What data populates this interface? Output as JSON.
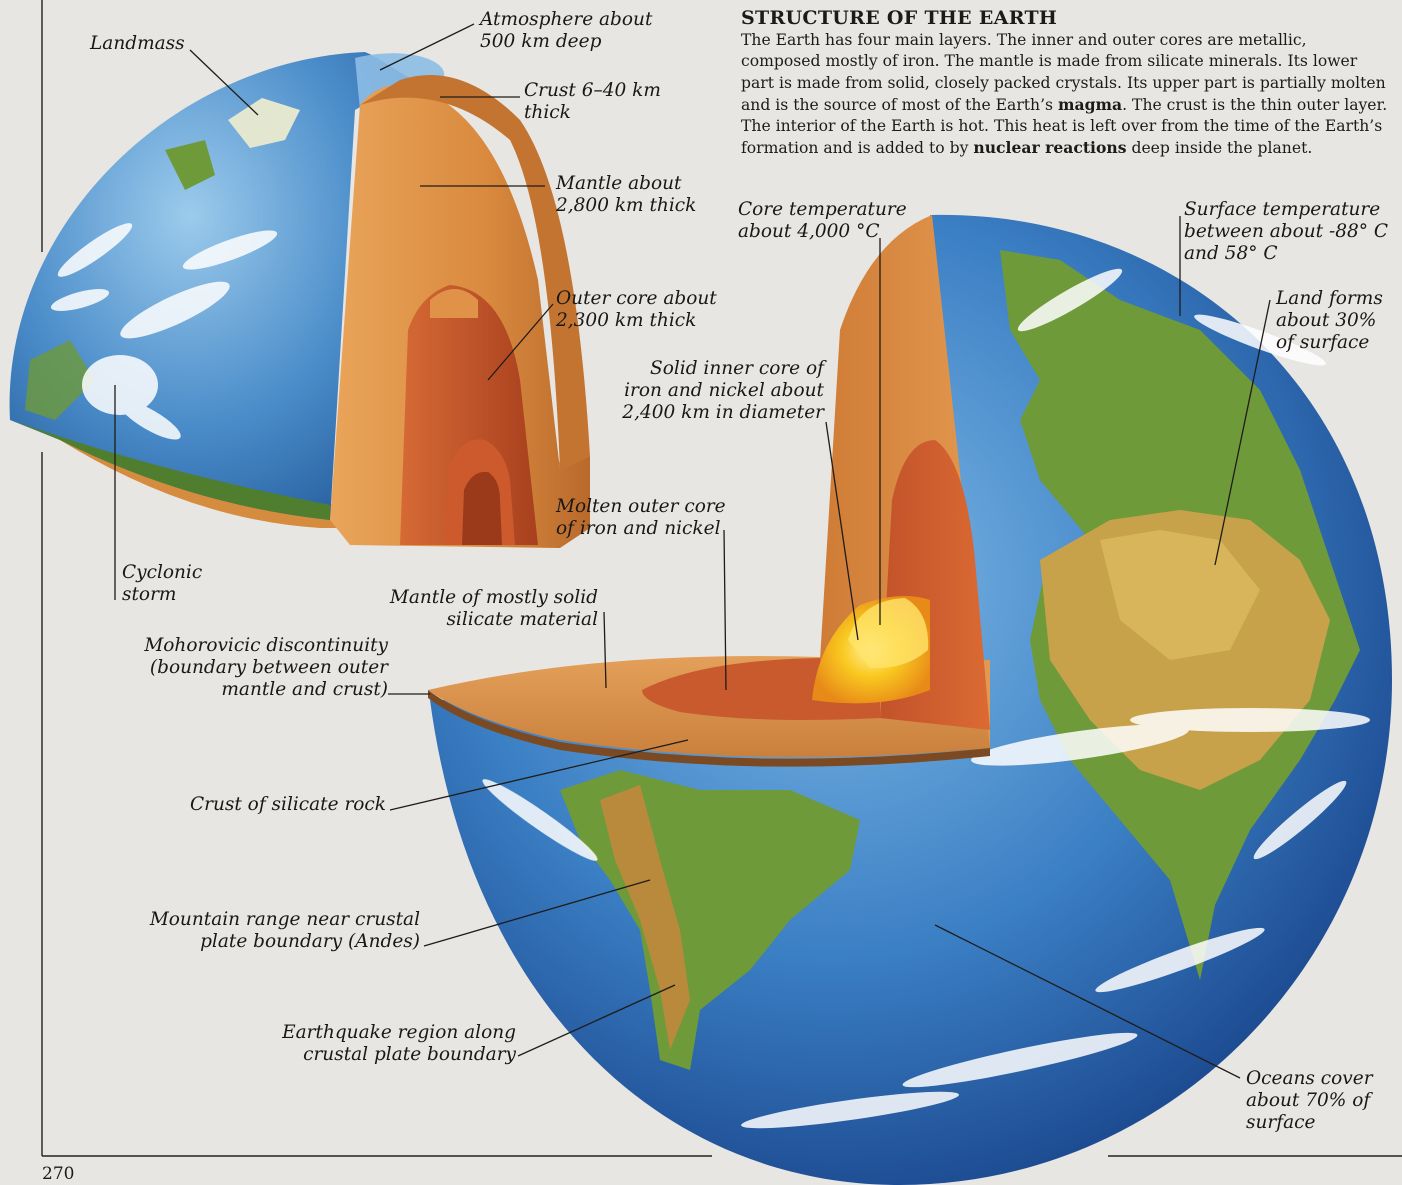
{
  "header": {
    "title": "STRUCTURE OF THE EARTH",
    "body_1": "The Earth has four main layers. The inner and outer cores are metallic, composed mostly of iron. The mantle is made from silicate minerals. Its lower part is made from solid, closely packed crystals. Its upper part is partially molten and is the source of most of the Earth’s ",
    "term_1": "magma",
    "body_2": ". The crust is the thin outer layer. The interior of the Earth is hot. This heat is left over from the time of the Earth’s formation and is added to by ",
    "term_2": "nuclear reactions",
    "body_3": " deep inside the planet."
  },
  "labels": {
    "landmass": "Landmass",
    "atmosphere": [
      "Atmosphere about",
      "500 km deep"
    ],
    "crust_thickness": [
      "Crust 6–40 km",
      "thick"
    ],
    "mantle_thickness": [
      "Mantle about",
      "2,800 km thick"
    ],
    "outer_core_thickness": [
      "Outer core about",
      "2,300 km thick"
    ],
    "cyclonic_storm": [
      "Cyclonic",
      "storm"
    ],
    "core_temperature": [
      "Core temperature",
      "about 4,000 °C"
    ],
    "surface_temperature": [
      "Surface temperature",
      "between about -88° C",
      "and 58° C"
    ],
    "land_forms": [
      "Land forms",
      "about 30%",
      "of surface"
    ],
    "inner_core": [
      "Solid inner core of",
      "iron and nickel about",
      "2,400 km in diameter"
    ],
    "molten_outer_core": [
      "Molten outer core",
      "of iron and nickel"
    ],
    "mantle_solid": [
      "Mantle of mostly solid",
      "silicate material"
    ],
    "moho": [
      "Mohorovicic discontinuity",
      "(boundary between outer",
      "mantle and crust)"
    ],
    "crust_rock": "Crust of silicate rock",
    "mountain_range": [
      "Mountain range near crustal",
      "plate boundary (Andes)"
    ],
    "earthquake_region": [
      "Earthquake region along",
      "crustal plate boundary"
    ],
    "oceans": [
      "Oceans cover",
      "about 70% of",
      "surface"
    ]
  },
  "page_number": "270",
  "colors": {
    "background": "#e7e6e2",
    "ocean": "#3f84c8",
    "land": "#6f9a3a",
    "desert": "#c8a24a",
    "mantle": "#d9893e",
    "outer_core": "#c9532a",
    "inner_core": "#f4c21a",
    "text": "#1d1b19"
  }
}
